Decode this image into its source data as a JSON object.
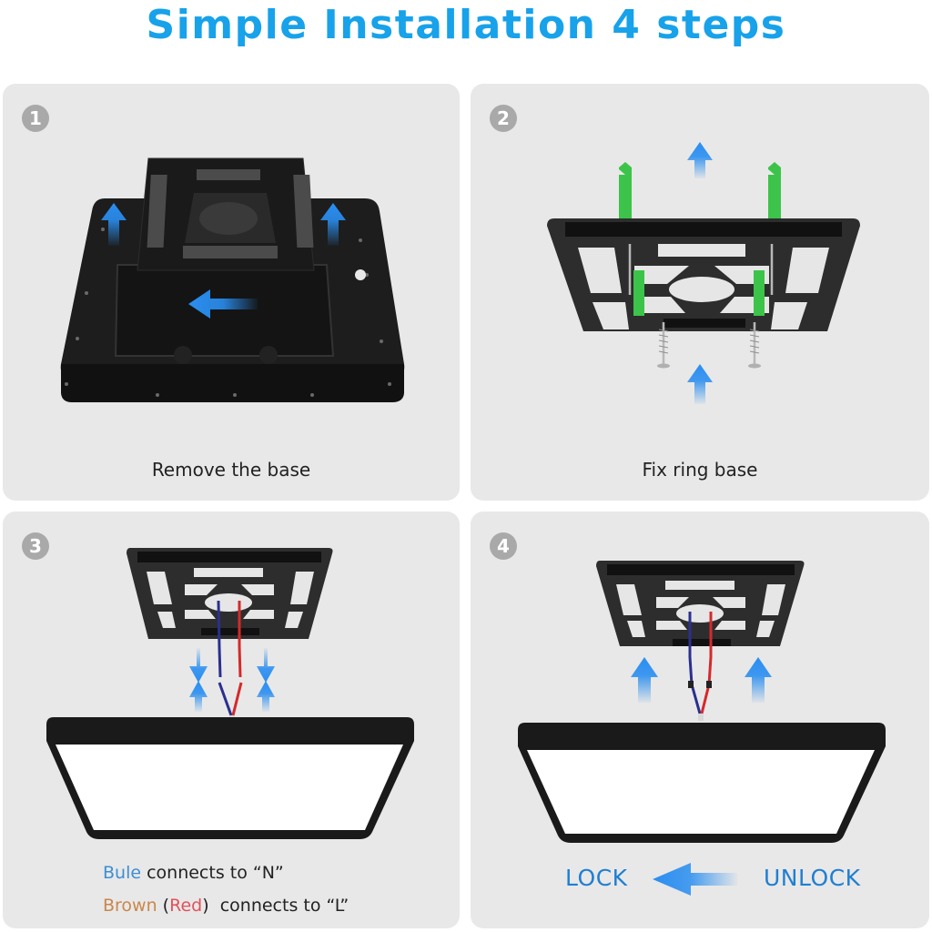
{
  "title": "Simple Installation 4 steps",
  "colors": {
    "title": "#17a2ea",
    "panel_bg": "#e8e8e8",
    "badge_bg": "#a9a9a9",
    "arrow_blue": "#2a8ef0",
    "wire_blue": "#2b2f8f",
    "wire_red": "#d42a2a",
    "anchor_green": "#3cc44a",
    "label_blue": "#1f7fd2"
  },
  "steps": [
    {
      "number": "1",
      "caption": "Remove the base",
      "illustration": "base-plate-with-mounting-bracket-slide-arrows"
    },
    {
      "number": "2",
      "caption": "Fix ring base",
      "illustration": "mounting-bracket-with-wall-anchors-and-screws"
    },
    {
      "number": "3",
      "illustration": "connect-wires-bracket-to-panel-light",
      "wiring": {
        "line1": {
          "color_word": "Bule",
          "rest": " connects to “N”"
        },
        "line2": {
          "color_word": "Brown",
          "open": " (",
          "alt_word": "Red",
          "close": ")",
          "rest": "  connects to “L”"
        }
      }
    },
    {
      "number": "4",
      "illustration": "attach-panel-light-to-bracket",
      "lock_label": "LOCK",
      "unlock_label": "UNLOCK",
      "arrow_direction": "left"
    }
  ]
}
